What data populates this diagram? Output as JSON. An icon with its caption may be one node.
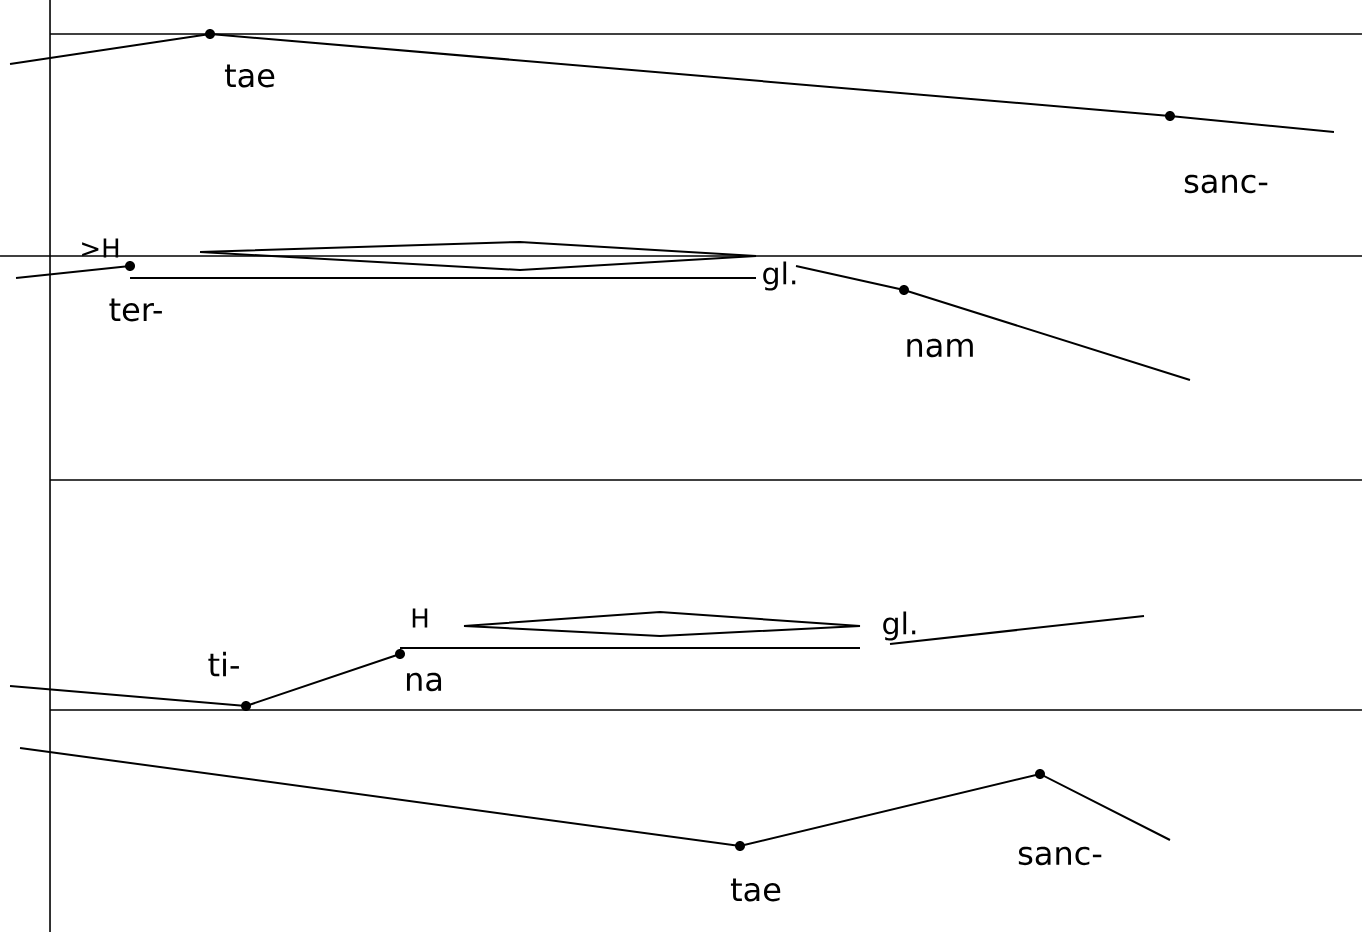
{
  "diagram": {
    "labels": [
      "tae",
      "sanc-",
      ">H",
      "gl.",
      "ter-",
      "nam",
      "H",
      "gl.",
      "ti-",
      "na",
      "sanc-",
      "tae"
    ]
  }
}
